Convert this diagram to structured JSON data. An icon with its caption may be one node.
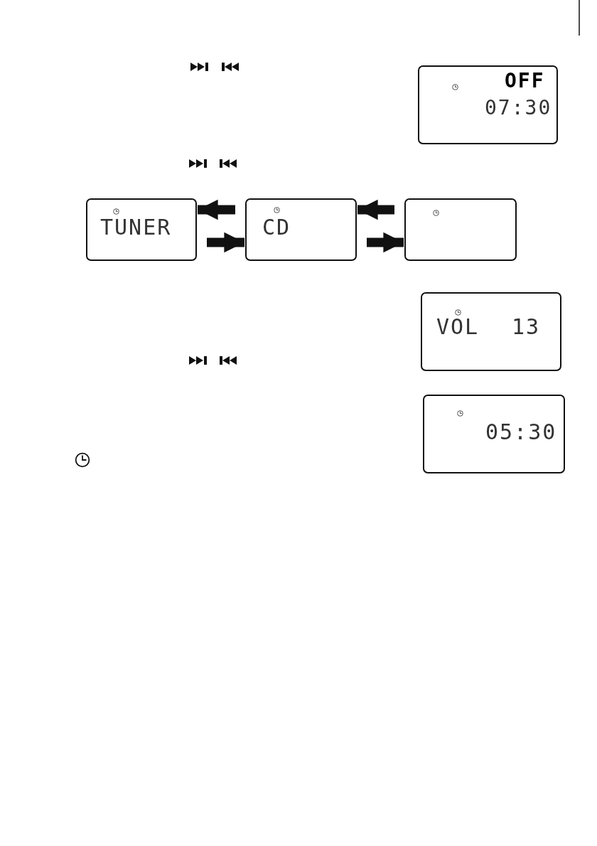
{
  "diagram": {
    "nodes": [
      {
        "text": [
          "OFF",
          "07:30"
        ]
      },
      {
        "text": [
          "TUNER"
        ]
      },
      {
        "text": [
          "CD"
        ]
      },
      {
        "text": [],
        "shape": "box"
      },
      {
        "text": [
          "VOL",
          "13"
        ]
      },
      {
        "text": [
          "05:30"
        ]
      }
    ],
    "edges": [
      {
        "from": 2,
        "to": 1,
        "arrow": "to"
      },
      {
        "from": 1,
        "to": 2,
        "arrow": "to"
      },
      {
        "from": 3,
        "to": 2,
        "arrow": "to"
      },
      {
        "from": 2,
        "to": 3,
        "arrow": "to"
      }
    ]
  }
}
